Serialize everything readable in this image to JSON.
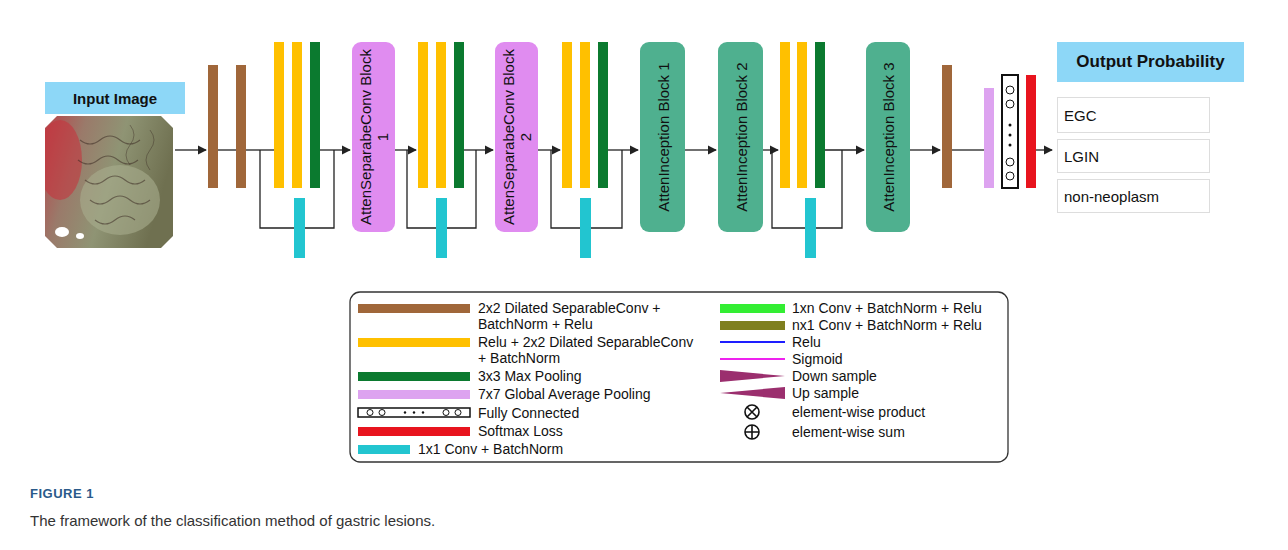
{
  "diagram": {
    "caption": "The framework of the classification method of gastric lesions.",
    "nodes": [
      {
        "text": [
          "Input Image"
        ]
      },
      {
        "text": [
          "AttenSeparabeConv Block 1"
        ]
      },
      {
        "text": [
          "AttenSeparabeConv Block 2"
        ]
      },
      {
        "text": [
          "AttenInception Block 1"
        ]
      },
      {
        "text": [
          "AttenInception Block 2"
        ]
      },
      {
        "text": [
          "AttenInception Block 3"
        ]
      },
      {
        "text": [
          "Output Probability"
        ]
      },
      {
        "text": [
          "EGC"
        ]
      },
      {
        "text": [
          "LGIN"
        ]
      },
      {
        "text": [
          "non-neoplasm"
        ]
      }
    ],
    "edges": [
      {
        "from": 3,
        "to": 4,
        "arrow": "to"
      }
    ],
    "labels": [
      "FIGURE 1"
    ],
    "legend": [
      {
        "text": "2x2 Dilated SeparableConv + BatchNorm + Relu",
        "color": "#a0673a"
      },
      {
        "text": "Relu + 2x2 Dilated SeparableConv + BatchNorm",
        "color": "#ffc000"
      },
      {
        "text": "3x3 Max Pooling",
        "color": "#0b7a2f"
      },
      {
        "text": "7x7 Global Average Pooling",
        "color": "#dda3f0"
      },
      {
        "text": "Fully Connected"
      },
      {
        "text": "Softmax Loss",
        "color": "#e8141e"
      },
      {
        "text": "1x1 Conv + BatchNorm",
        "color": "#22c5d0"
      },
      {
        "text": "1xn Conv + BatchNorm + Relu",
        "color": "#33ee33"
      },
      {
        "text": "nx1 Conv + BatchNorm + Relu",
        "color": "#7f7f1f"
      },
      {
        "text": "Relu"
      },
      {
        "text": "Sigmoid"
      },
      {
        "text": "Down sample"
      },
      {
        "text": "Up sample"
      },
      {
        "text": "element-wise product"
      },
      {
        "text": "element-wise sum"
      }
    ]
  }
}
